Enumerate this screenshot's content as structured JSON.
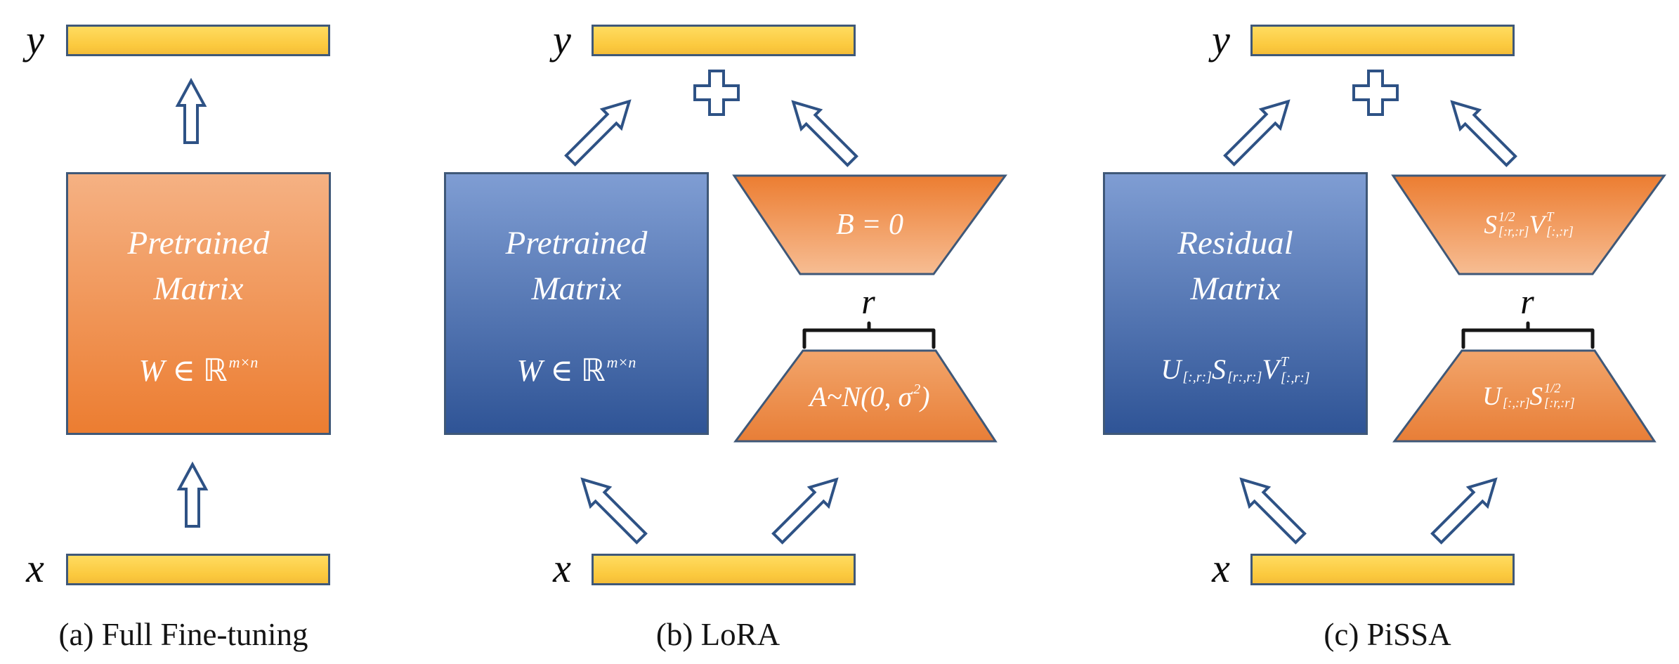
{
  "theme": {
    "edge": "#3F5878",
    "arrow_stroke": "#2E5285",
    "gold_top": "#FFDC60",
    "gold_bottom": "#F4BD38",
    "orange_top": "#F5B183",
    "orange_bottom": "#EC7D31",
    "blue_top": "#7F9DD3",
    "blue_bottom": "#2F5496",
    "trap_inv_top": "#EC7D31",
    "trap_inv_bottom": "#F7BD93",
    "trap_reg_top": "#F2A56B",
    "trap_reg_bottom": "#E87E37"
  },
  "labels": {
    "y": "y",
    "x": "x",
    "r": "r"
  },
  "panels": {
    "a": {
      "caption": "(a) Full Fine-tuning",
      "matrix_line1": "Pretrained",
      "matrix_line2": "Matrix",
      "matrix_formula": [
        {
          "b": "W ∈ "
        },
        {
          "b": "ℝ",
          "sup": "m×n"
        }
      ]
    },
    "b": {
      "caption": "(b) LoRA",
      "matrix_line1": "Pretrained",
      "matrix_line2": "Matrix",
      "matrix_formula": [
        {
          "b": "W ∈ "
        },
        {
          "b": "ℝ",
          "sup": "m×n"
        }
      ],
      "trap_top_formula": [
        {
          "b": "B = 0"
        }
      ],
      "trap_bottom_formula": [
        {
          "b": "A~N(0, "
        },
        {
          "b": "σ",
          "sup": "2"
        },
        {
          "b": ")"
        }
      ]
    },
    "c": {
      "caption": "(c) PiSSA",
      "matrix_line1": "Residual",
      "matrix_line2": "Matrix",
      "matrix_formula": [
        {
          "b": "U",
          "sub": "[:,r:]"
        },
        {
          "b": "S",
          "sub": "[r:,r:]"
        },
        {
          "b": "V",
          "sup": "T",
          "sub": "[:,r:]"
        }
      ],
      "trap_top_formula": [
        {
          "b": "S",
          "sup": "1/2",
          "sub": "[:r,:r]"
        },
        {
          "b": "V",
          "sup": "T",
          "sub": "[:,:r]"
        }
      ],
      "trap_bottom_formula": [
        {
          "b": "U",
          "sub": "[:,:r]"
        },
        {
          "b": "S",
          "sup": "1/2",
          "sub": "[:r,:r]"
        }
      ]
    }
  }
}
